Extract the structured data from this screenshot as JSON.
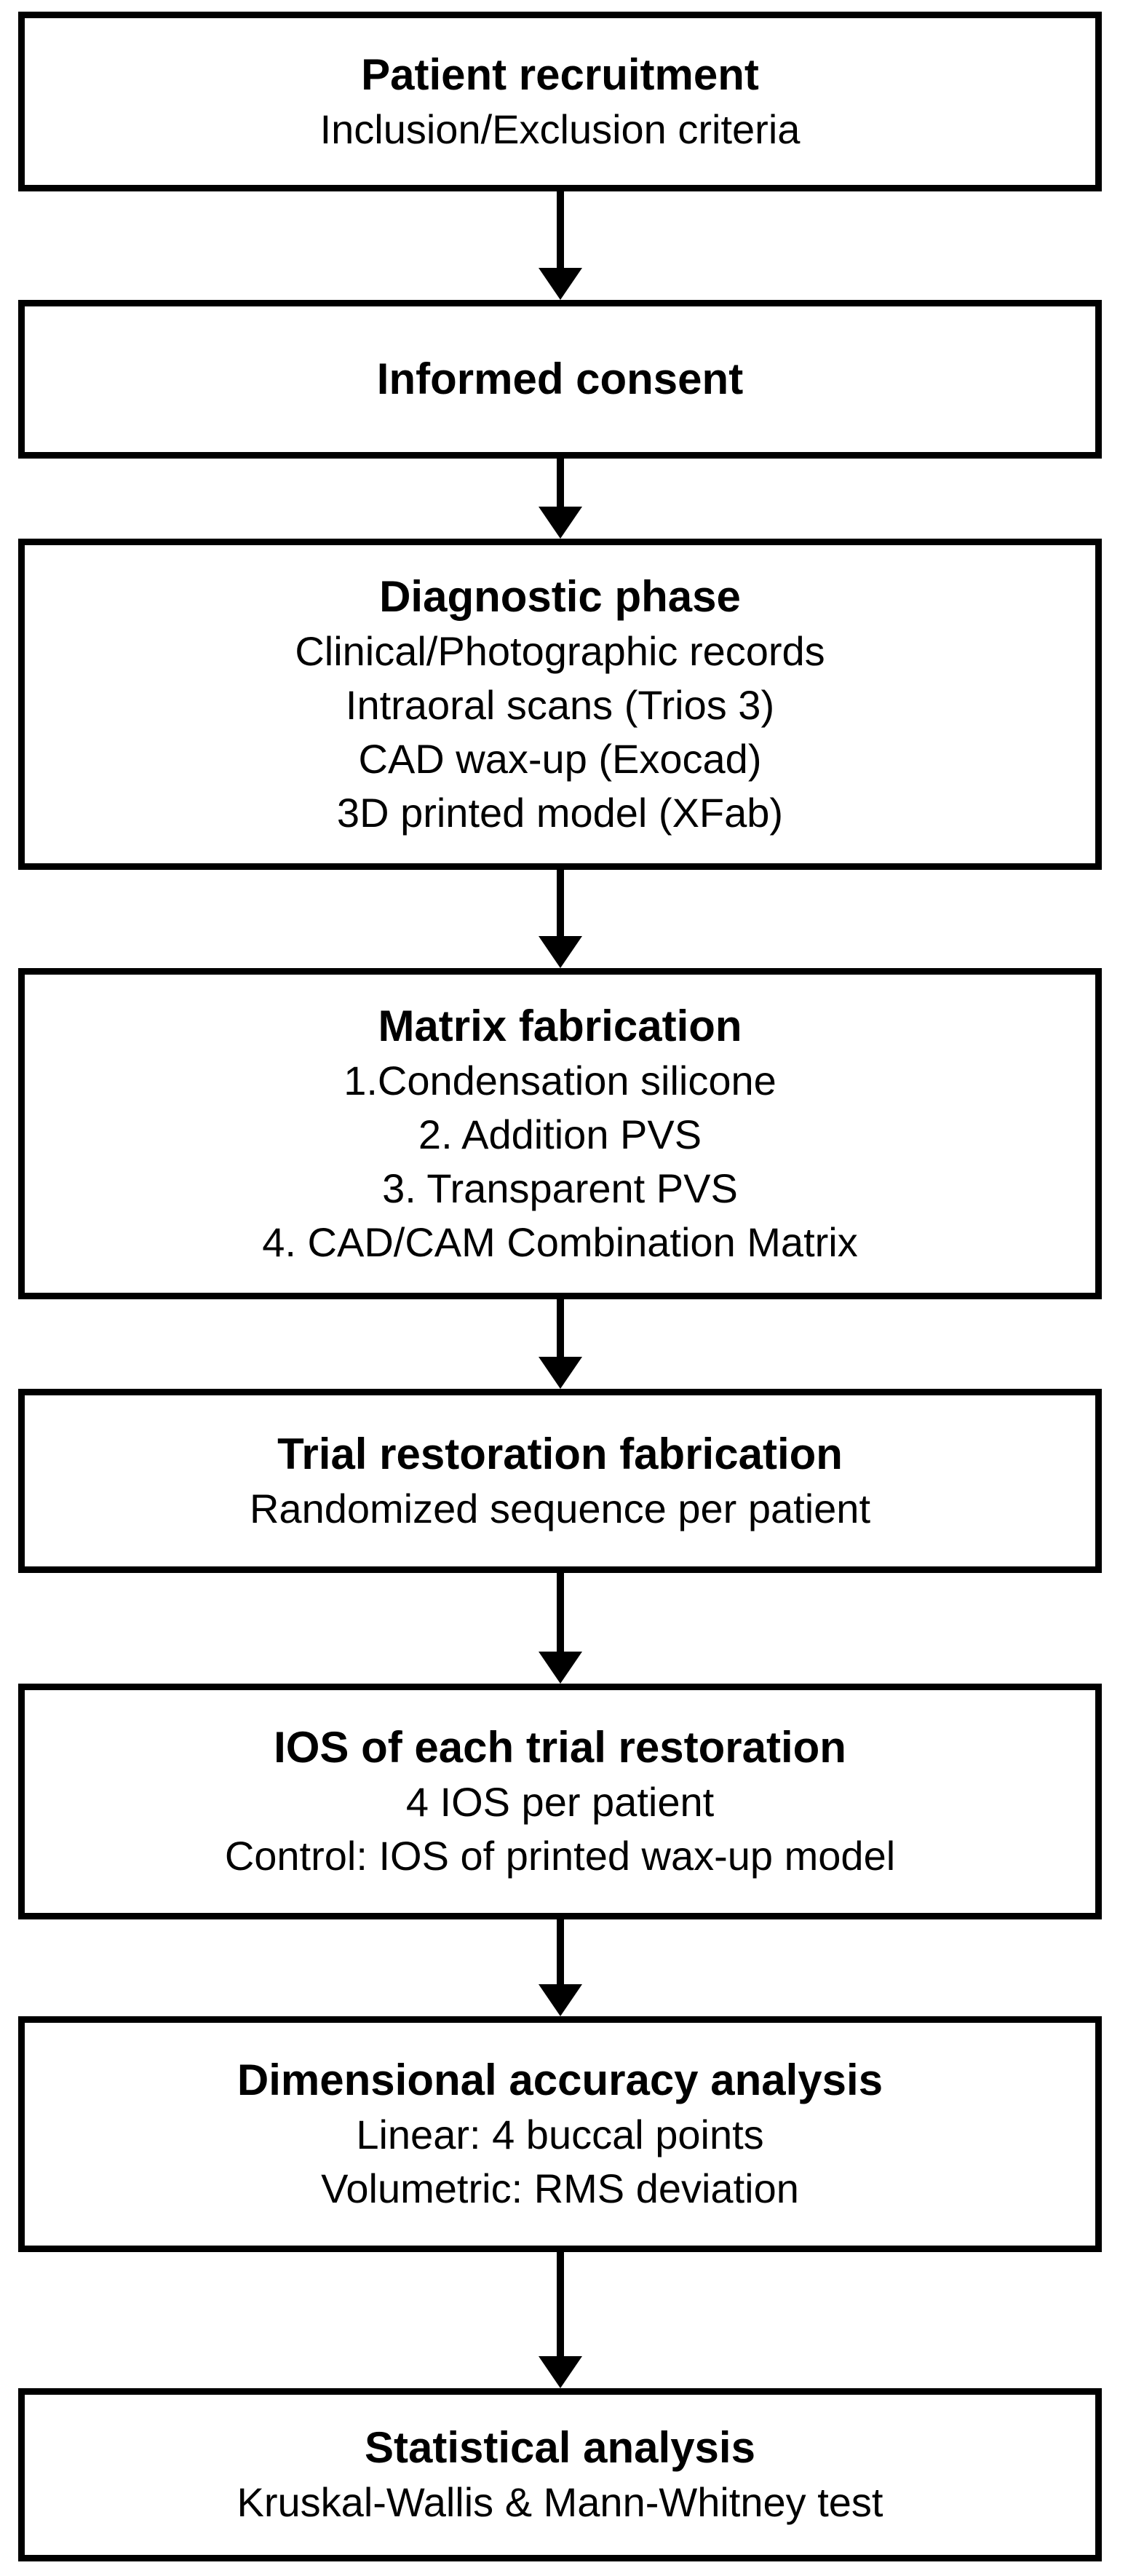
{
  "flowchart": {
    "steps": [
      {
        "title": "Patient recruitment",
        "lines": [
          "Inclusion/Exclusion criteria"
        ]
      },
      {
        "title": "Informed consent",
        "lines": []
      },
      {
        "title": "Diagnostic phase",
        "lines": [
          "Clinical/Photographic records",
          "Intraoral scans (Trios 3)",
          "CAD wax-up (Exocad)",
          "3D printed model (XFab)"
        ]
      },
      {
        "title": "Matrix fabrication",
        "lines": [
          "1.Condensation silicone",
          "2. Addition PVS",
          "3. Transparent PVS",
          "4. CAD/CAM Combination Matrix"
        ]
      },
      {
        "title": "Trial restoration fabrication",
        "lines": [
          "Randomized sequence per patient"
        ]
      },
      {
        "title": "IOS of each trial restoration",
        "lines": [
          "4 IOS per patient",
          "Control: IOS of printed wax-up model"
        ]
      },
      {
        "title": "Dimensional accuracy analysis",
        "lines": [
          "Linear: 4 buccal points",
          "Volumetric: RMS deviation"
        ]
      },
      {
        "title": "Statistical analysis",
        "lines": [
          "Kruskal-Wallis & Mann-Whitney test"
        ]
      }
    ]
  },
  "colors": {
    "border": "#000000",
    "background": "#ffffff",
    "text": "#000000"
  }
}
